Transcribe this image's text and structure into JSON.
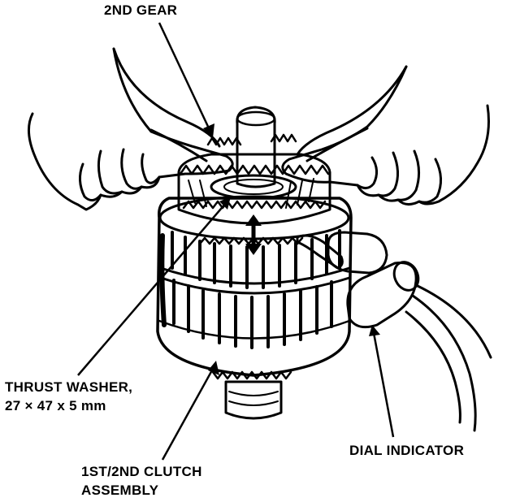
{
  "colors": {
    "ink": "#000000",
    "background": "#ffffff"
  },
  "labels": {
    "second_gear": "2ND GEAR",
    "thrust_washer_line1": "THRUST WASHER,",
    "thrust_washer_line2": "27 × 47 x 5 mm",
    "dial_indicator": "DIAL INDICATOR",
    "clutch_assembly_line1": "1ST/2ND CLUTCH",
    "clutch_assembly_line2": "ASSEMBLY"
  }
}
